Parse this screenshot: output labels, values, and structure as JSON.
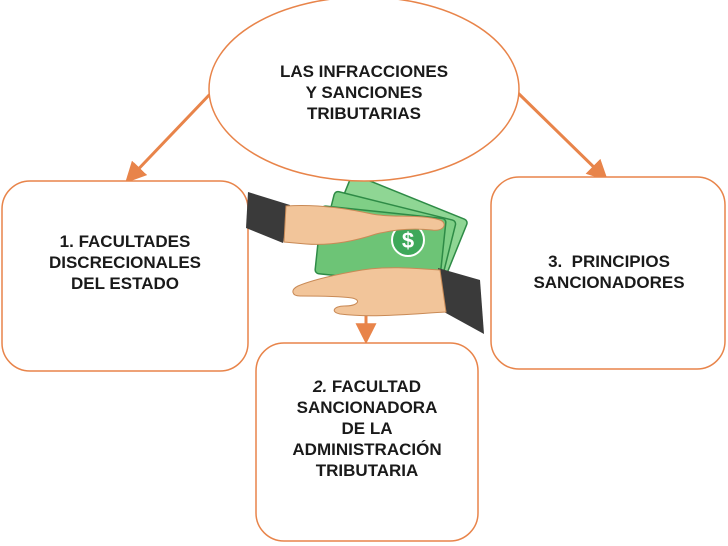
{
  "diagram": {
    "center": {
      "lines": [
        "LAS INFRACCIONES",
        "Y SANCIONES",
        "TRIBUTARIAS"
      ]
    },
    "left_box": {
      "lines": [
        "1. FACULTADES",
        "DISCRECIONALES",
        "DEL ESTADO"
      ]
    },
    "right_box": {
      "lines": [
        "3.  PRINCIPIOS",
        "SANCIONADORES"
      ]
    },
    "bottom_box": {
      "number": "2.",
      "line1_rest": " FACULTAD",
      "lines": [
        "SANCIONADORA",
        "DE LA",
        "ADMINISTRACIÓN",
        "TRIBUTARIA"
      ]
    },
    "colors": {
      "arrow": "#e8844a",
      "border": "#e8844a",
      "money": "#3ea85a",
      "sleeve": "#3a3a3a",
      "skin": "#f2c59a"
    },
    "image": {
      "name": "money-handover-illustration"
    }
  }
}
